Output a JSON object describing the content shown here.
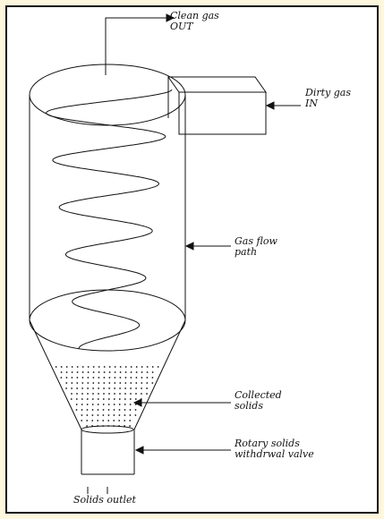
{
  "labels": {
    "clean_gas": [
      "Clean gas",
      "OUT"
    ],
    "dirty_gas": [
      "Dirty gas",
      "IN"
    ],
    "gas_flow": [
      "Gas flow",
      "path"
    ],
    "collected": [
      "Collected",
      "solids"
    ],
    "rotary": [
      "Rotary solids",
      "withdrwal valve"
    ],
    "solids_outlet": "Solids outlet"
  },
  "colors": {
    "page_background": "#fef7dd",
    "frame_background": "#ffffff",
    "line": "#111111"
  }
}
